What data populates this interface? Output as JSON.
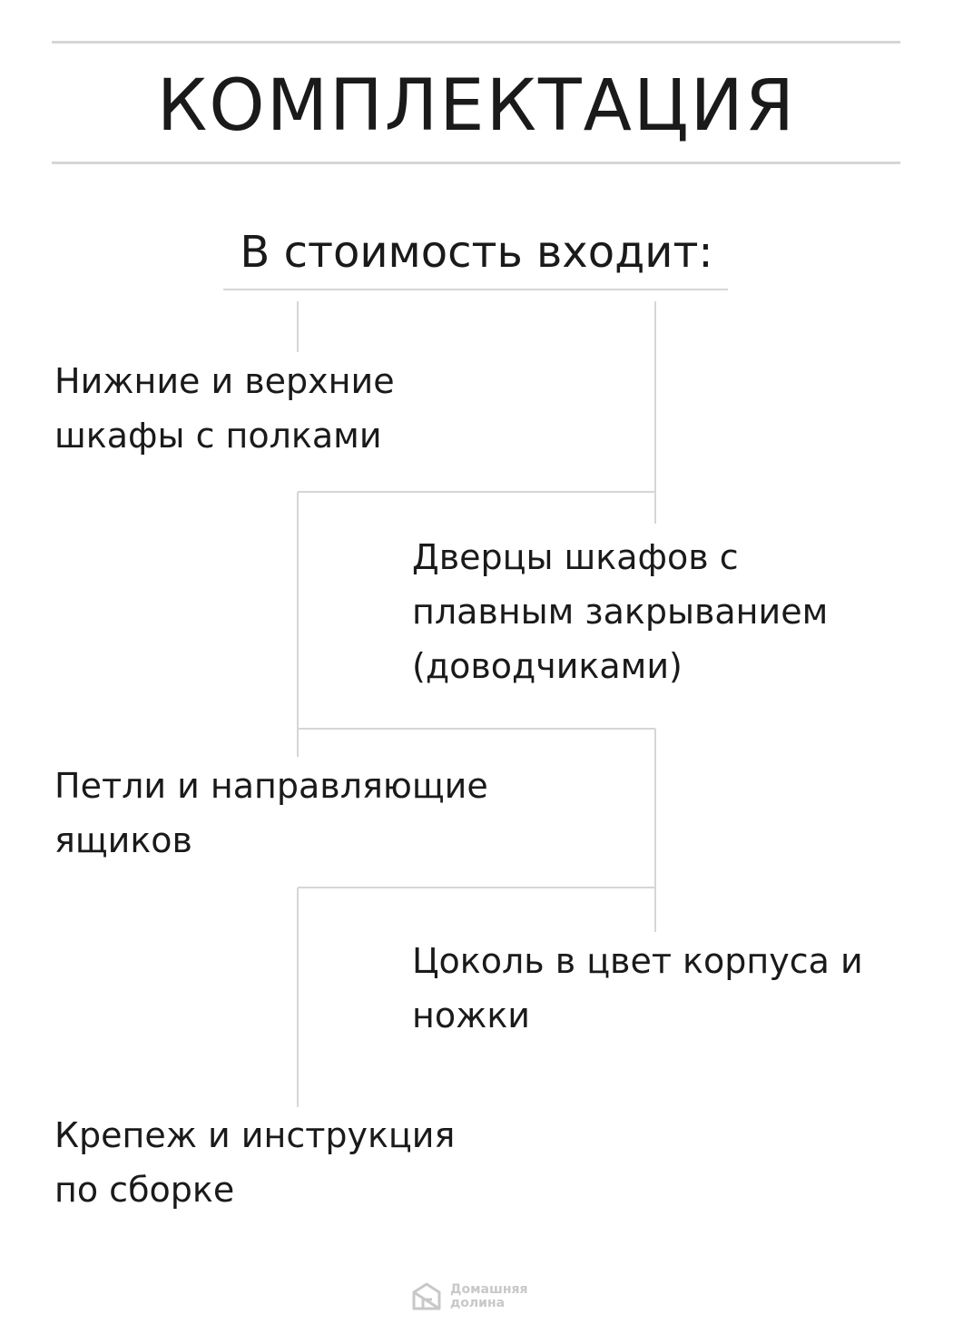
{
  "header": {
    "title": "КОМПЛЕКТАЦИЯ"
  },
  "subheader": {
    "text": "В стоимость входит:"
  },
  "items": [
    {
      "text": "Нижние и верхние\nшкафы с полками"
    },
    {
      "text": "Дверцы шкафов с\nплавным закрыванием\n(доводчиками)"
    },
    {
      "text": "Петли и направляющие\nящиков"
    },
    {
      "text": "Цоколь в цвет корпуса и\nножки"
    },
    {
      "text": "Крепеж и инструкция\nпо сборке"
    }
  ],
  "logo": {
    "icon": "house-box-icon",
    "text": "Домашняя\nдолина"
  },
  "colors": {
    "text": "#1a1a1a",
    "lines": "#d6d6d6",
    "logo": "#c8c8c8"
  }
}
